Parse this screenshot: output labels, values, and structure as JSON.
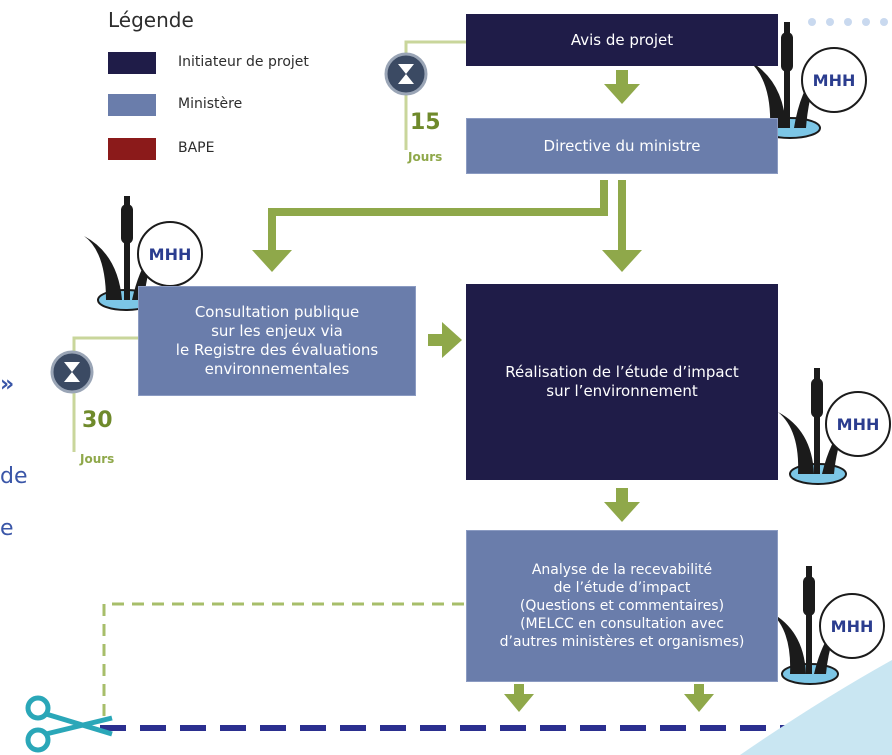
{
  "legend": {
    "title": "Légende",
    "items": [
      {
        "label": "Initiateur de projet",
        "color": "#1f1c48"
      },
      {
        "label": "Ministère",
        "color": "#6a7dab"
      },
      {
        "label": "BAPE",
        "color": "#8b1a1a"
      }
    ]
  },
  "steps": {
    "avis": "Avis de projet",
    "directive": "Directive du ministre",
    "consultation": "Consultation publique\nsur les enjeux via\nle Registre des évaluations\nenvironnementales",
    "realisation": "Réalisation de l’étude d’impact\nsur l’environnement",
    "analyse": "Analyse de la recevabilité\nde l’étude d’impact\n(Questions et commentaires)\n(MELCC en consultation avec\nd’autres ministères et organismes)"
  },
  "timers": [
    {
      "days": "15",
      "unit": "Jours"
    },
    {
      "days": "30",
      "unit": "Jours"
    }
  ],
  "mhh_badge": "MHH",
  "side_fragments": {
    "quote": "»",
    "line1": "de",
    "line2": "e"
  },
  "colors": {
    "initiateur": "#1f1c48",
    "ministere": "#6a7dab",
    "bape": "#8b1a1a",
    "arrow_green": "#8fa84a",
    "dash_navy": "#2b2f8f",
    "scissors": "#2aa7b8"
  }
}
